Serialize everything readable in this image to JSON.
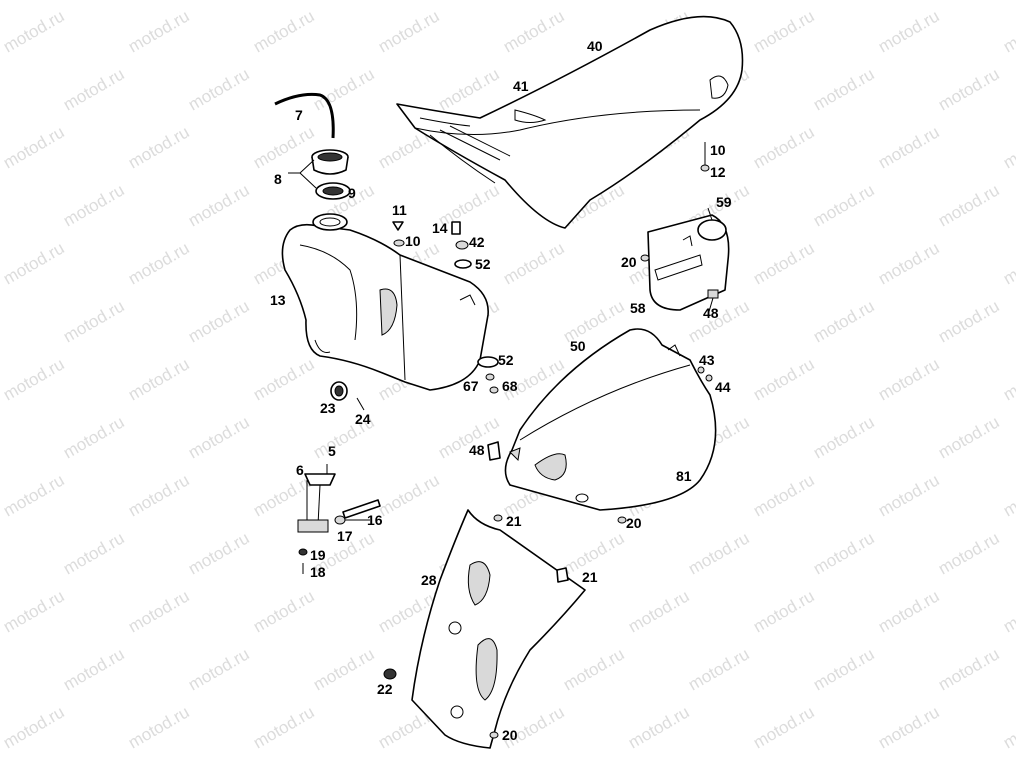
{
  "watermark_text": "motod.ru",
  "labels": {
    "l40": "40",
    "l41": "41",
    "l7": "7",
    "l8": "8",
    "l9": "9",
    "l10a": "10",
    "l12": "12",
    "l11": "11",
    "l10b": "10",
    "l14": "14",
    "l42": "42",
    "l52a": "52",
    "l13": "13",
    "l59": "59",
    "l20a": "20",
    "l48a": "48",
    "l58": "58",
    "l50": "50",
    "l43": "43",
    "l44": "44",
    "l52b": "52",
    "l67": "67",
    "l68": "68",
    "l23": "23",
    "l24": "24",
    "l5": "5",
    "l6": "6",
    "l16": "16",
    "l17": "17",
    "l19": "19",
    "l18": "18",
    "l48b": "48",
    "l81": "81",
    "l21a": "21",
    "l20b": "20",
    "l21b": "21",
    "l28": "28",
    "l22": "22",
    "l20c": "20"
  }
}
